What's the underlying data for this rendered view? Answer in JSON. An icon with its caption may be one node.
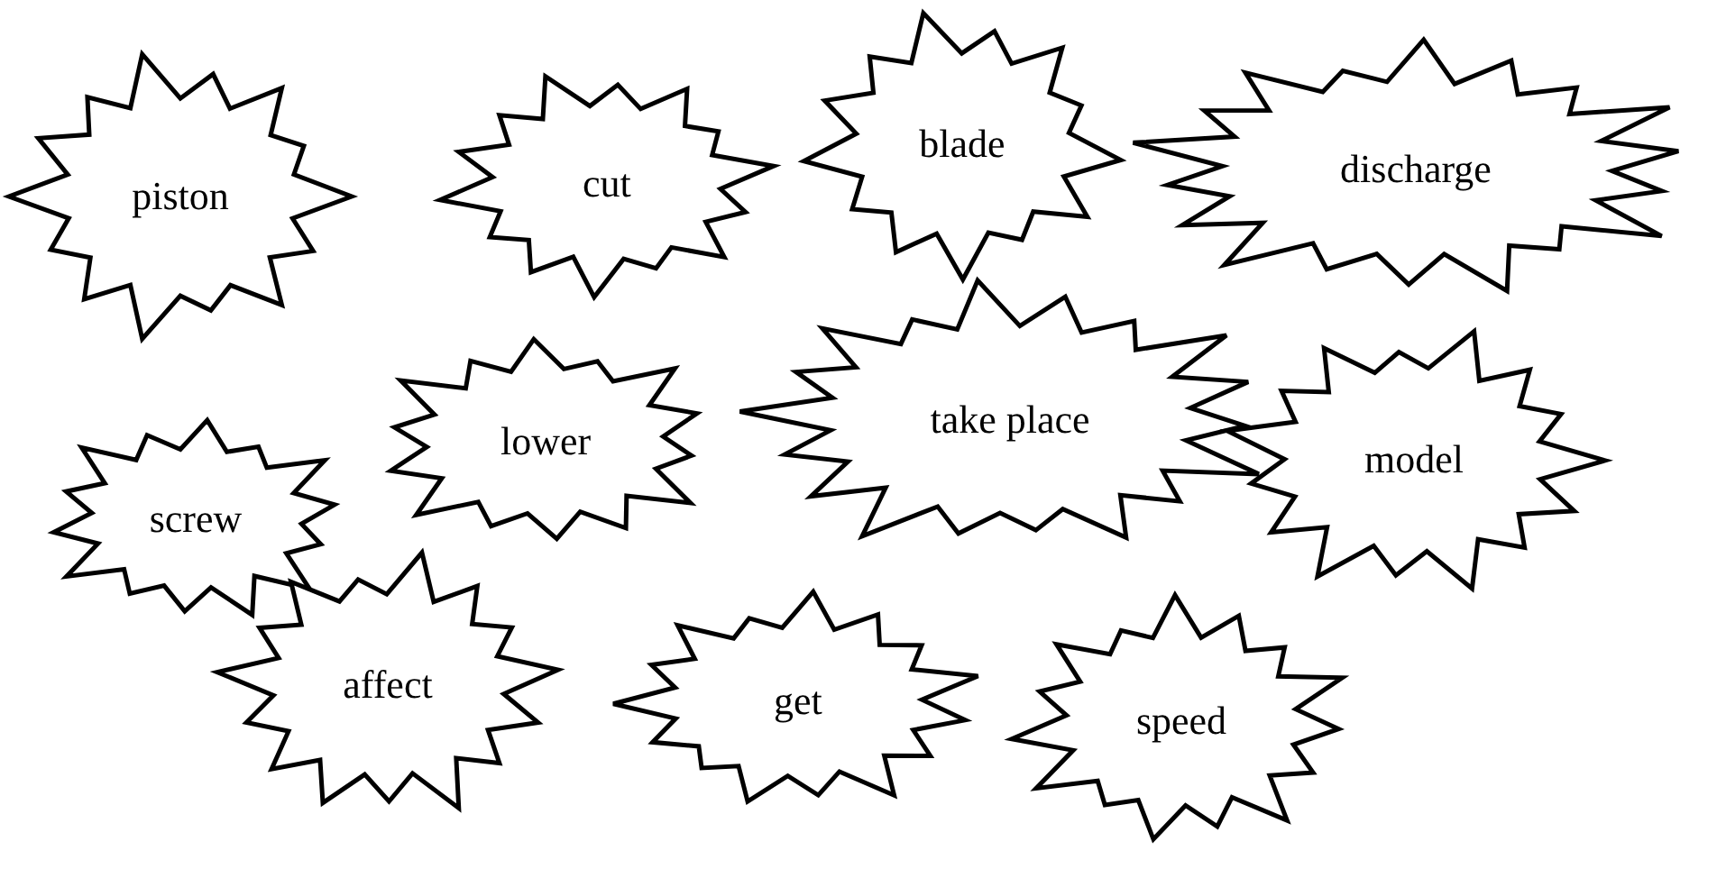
{
  "diagram": {
    "nodes": [
      {
        "text": [
          "piston"
        ]
      },
      {
        "text": [
          "cut"
        ]
      },
      {
        "text": [
          "blade"
        ]
      },
      {
        "text": [
          "discharge"
        ]
      },
      {
        "text": [
          "screw"
        ]
      },
      {
        "text": [
          "lower"
        ]
      },
      {
        "text": [
          "take place"
        ]
      },
      {
        "text": [
          "model"
        ]
      },
      {
        "text": [
          "affect"
        ]
      },
      {
        "text": [
          "get"
        ]
      },
      {
        "text": [
          "speed"
        ]
      }
    ]
  }
}
